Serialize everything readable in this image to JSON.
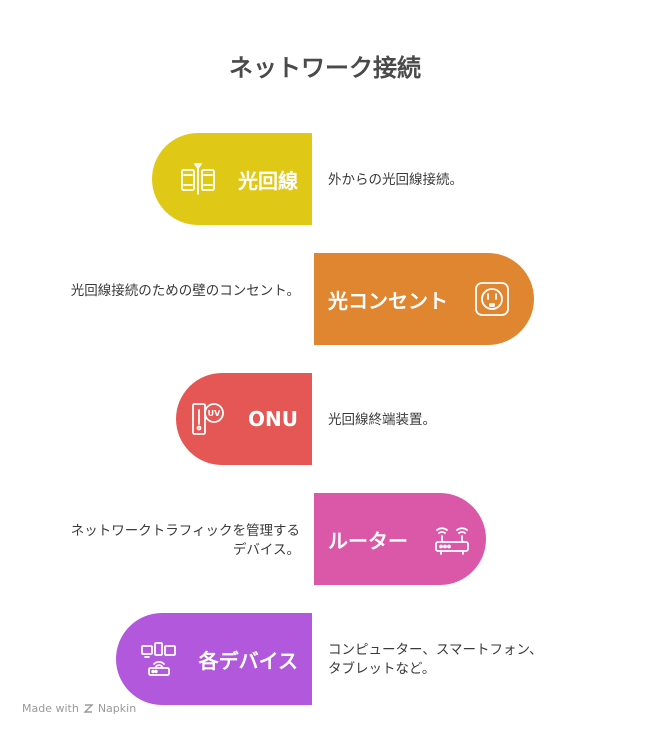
{
  "title": "ネットワーク接続",
  "steps": [
    {
      "label": "光回線",
      "description": "外からの光回線接続。",
      "color": "#e0c916",
      "icon": "fiber-cable-icon"
    },
    {
      "label": "光コンセント",
      "description": "光回線接続のための壁のコンセント。",
      "color": "#e08530",
      "icon": "wall-outlet-icon"
    },
    {
      "label": "ONU",
      "description": "光回線終端装置。",
      "color": "#e45755",
      "icon": "onu-device-icon"
    },
    {
      "label": "ルーター",
      "description": "ネットワークトラフィックを管理するデバイス。",
      "color": "#db57a8",
      "icon": "router-icon"
    },
    {
      "label": "各デバイス",
      "description": "コンピューター、スマートフォン、タブレットなど。",
      "color": "#b158dc",
      "icon": "devices-icon"
    }
  ],
  "footer": {
    "made_with": "Made with",
    "brand": "Napkin"
  }
}
